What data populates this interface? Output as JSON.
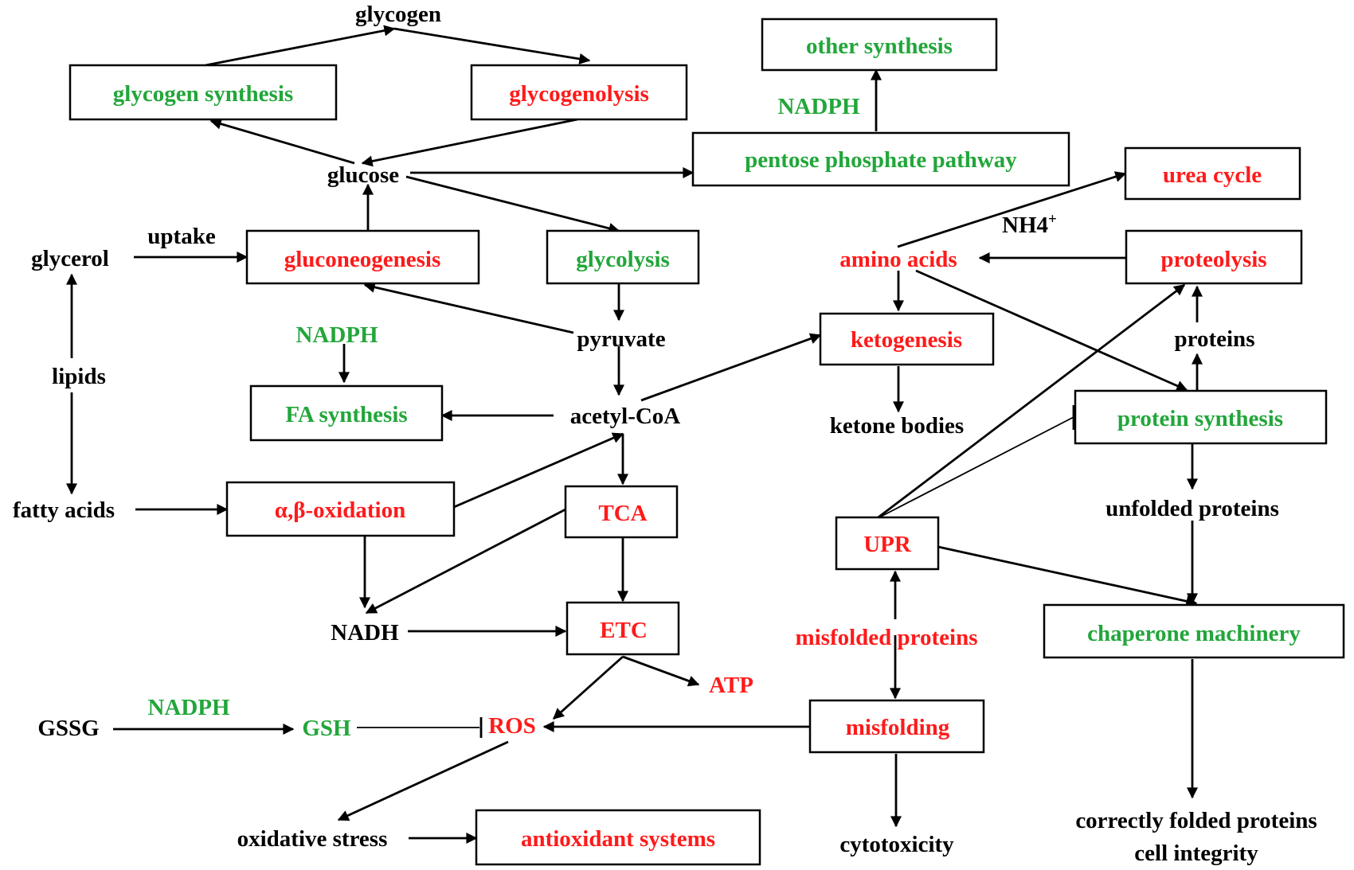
{
  "colors": {
    "red": "#ff1a1a",
    "green": "#22a63a",
    "black": "#000000"
  },
  "nodes": {
    "glycogen": "glycogen",
    "glycogen_synthesis": "glycogen synthesis",
    "glycogenolysis": "glycogenolysis",
    "other_synthesis": "other synthesis",
    "nadph_ppp": "NADPH",
    "pentose_phosphate_pathway": "pentose phosphate pathway",
    "glucose": "glucose",
    "urea_cycle": "urea cycle",
    "uptake": "uptake",
    "glycerol": "glycerol",
    "gluconeogenesis": "gluconeogenesis",
    "glycolysis": "glycolysis",
    "nh4": "NH4",
    "nh4_sup": "+",
    "amino_acids": "amino acids",
    "proteolysis": "proteolysis",
    "nadph_fa": "NADPH",
    "pyruvate": "pyruvate",
    "ketogenesis": "ketogenesis",
    "proteins": "proteins",
    "lipids": "lipids",
    "fa_synthesis": "FA synthesis",
    "acetyl_coa": "acetyl-CoA",
    "ketone_bodies": "ketone bodies",
    "protein_synthesis": "protein synthesis",
    "fatty_acids": "fatty acids",
    "ab_oxidation": "α,β-oxidation",
    "tca": "TCA",
    "unfolded_proteins": "unfolded proteins",
    "upr": "UPR",
    "nadh": "NADH",
    "etc": "ETC",
    "misfolded_proteins": "misfolded proteins",
    "chaperone_machinery": "chaperone machinery",
    "atp": "ATP",
    "nadph_gsh": "NADPH",
    "gssg": "GSSG",
    "gsh": "GSH",
    "ros": "ROS",
    "misfolding": "misfolding",
    "oxidative_stress": "oxidative stress",
    "antioxidant_systems": "antioxidant systems",
    "cytotoxicity": "cytotoxicity",
    "correctly_folded_proteins": "correctly folded proteins",
    "cell_integrity": "cell integrity"
  }
}
